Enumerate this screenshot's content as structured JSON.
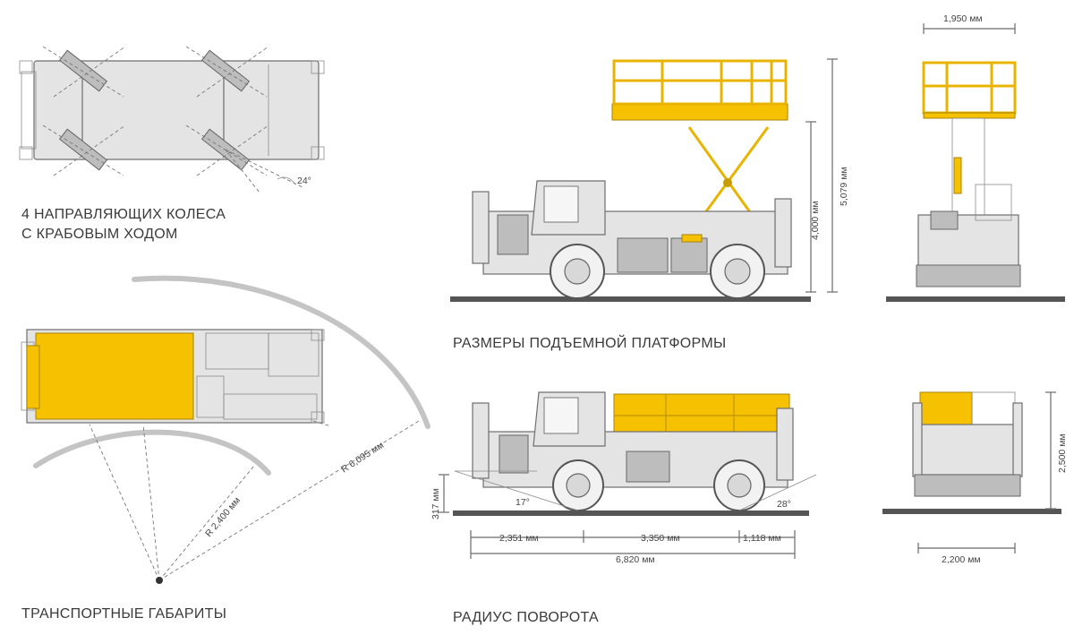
{
  "captions": {
    "steering": "4 НАПРАВЛЯЮЩИХ КОЛЕСА\nС КРАБОВЫМ ХОДОМ",
    "steering_line1": "4 НАПРАВЛЯЮЩИХ КОЛЕСА",
    "steering_line2": "С КРАБОВЫМ ХОДОМ",
    "transport": "ТРАНСПОРТНЫЕ ГАБАРИТЫ",
    "platform": "РАЗМЕРЫ ПОДЪЕМНОЙ ПЛАТФОРМЫ",
    "turning": "РАДИУС ПОВОРОТА"
  },
  "dimensions": {
    "steer_angle": "24°",
    "outer_radius": "R 6,095 мм",
    "inner_radius": "R 2,400 мм",
    "platform_width": "1,950 мм",
    "platform_height": "5,079 мм",
    "floor_height": "4,000 мм",
    "ground_clearance": "317 мм",
    "approach_angle": "17°",
    "departure_angle": "28°",
    "front_overhang": "2,351 мм",
    "wheelbase": "3,350 мм",
    "rear_overhang": "1,118 мм",
    "overall_length": "6,820 мм",
    "overall_height": "2,500 мм",
    "overall_width": "2,200 мм"
  },
  "colors": {
    "platform_yellow": "#f5c100",
    "body_grey": "#e4e4e4",
    "line_grey": "#6b6b6b"
  }
}
